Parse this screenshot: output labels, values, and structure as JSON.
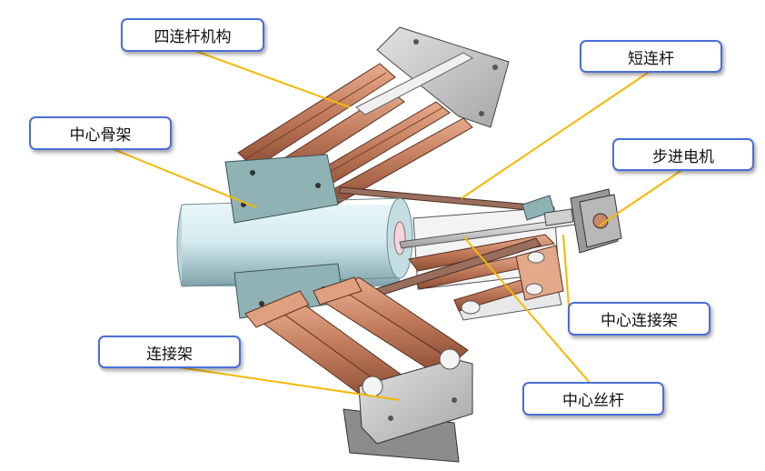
{
  "colors": {
    "leader_line": "#f5b800",
    "callout_border": "#4a6fd6",
    "copper": "#c8866a",
    "copper_dark": "#8a4f38",
    "frame_teal": "#8fb2b4",
    "cylinder": "#cfe8ee",
    "plate_gray": "#b3b3b3"
  },
  "labels": {
    "four_bar": "四连杆机构",
    "short_link": "短连杆",
    "center_frame": "中心骨架",
    "stepper_motor": "步进电机",
    "center_mount": "中心连接架",
    "connector": "连接架",
    "lead_screw": "中心丝杆"
  }
}
